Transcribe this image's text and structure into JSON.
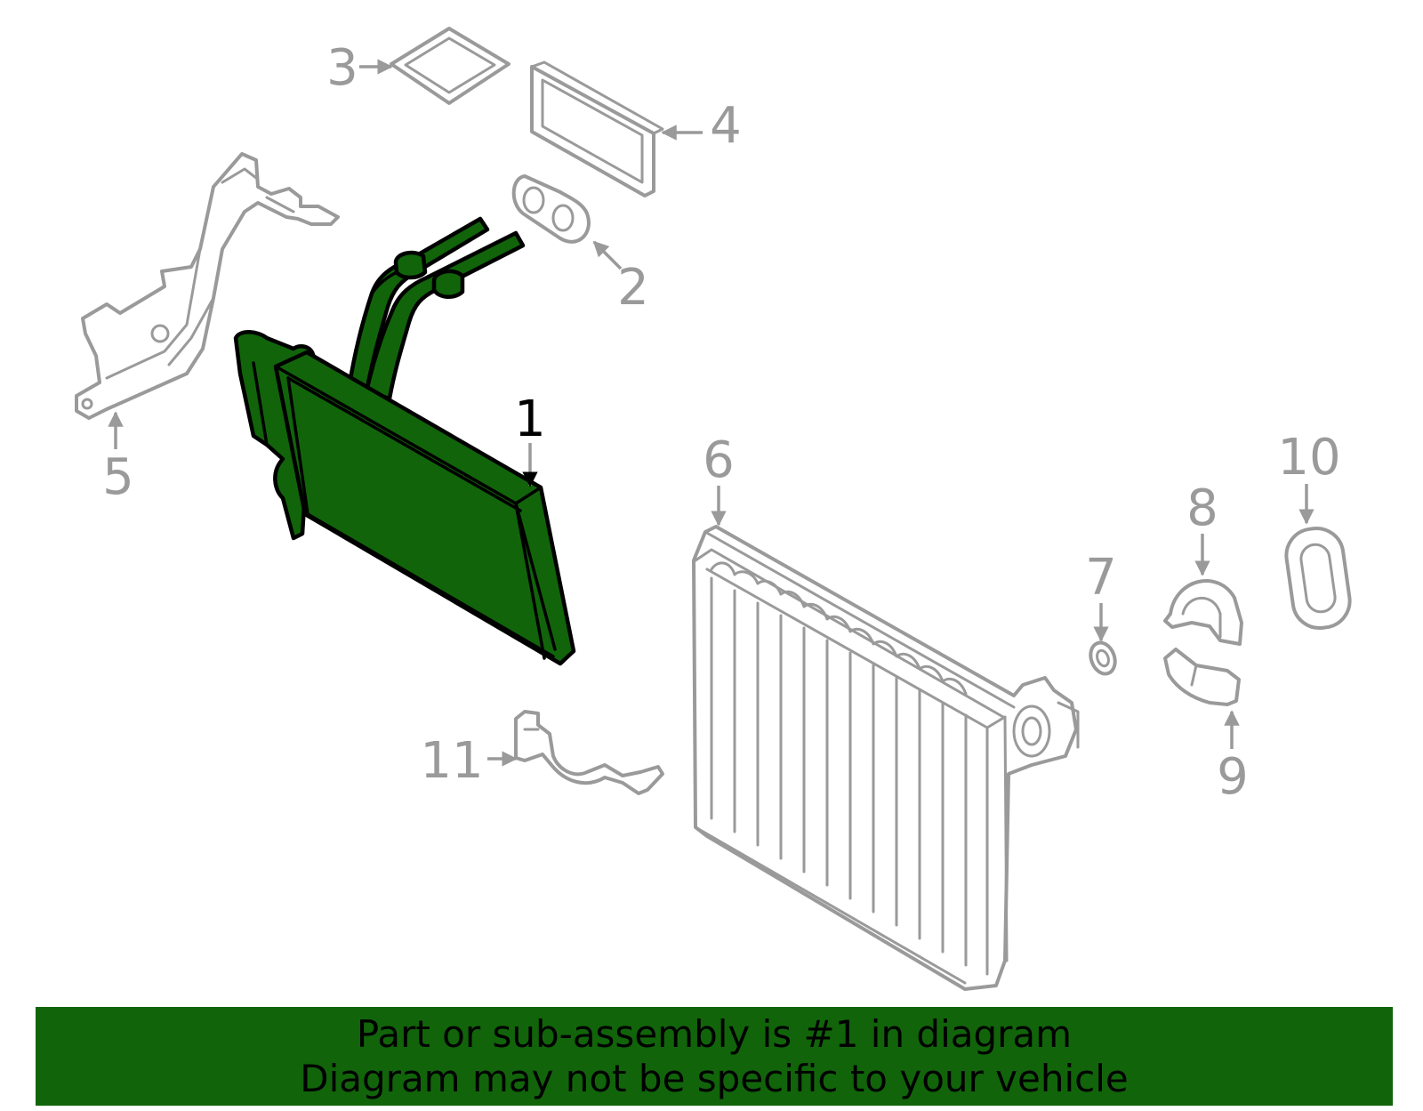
{
  "diagram": {
    "callouts": [
      "1",
      "2",
      "3",
      "4",
      "5",
      "6",
      "7",
      "8",
      "9",
      "10",
      "11"
    ],
    "highlighted_part": "1",
    "colors": {
      "highlight": "#11640a",
      "outline": "#000000",
      "parts": "#9a9a9a"
    }
  },
  "banner": {
    "line1": "Part or sub-assembly is #1 in diagram",
    "line2": "Diagram may not be specific to your vehicle"
  }
}
